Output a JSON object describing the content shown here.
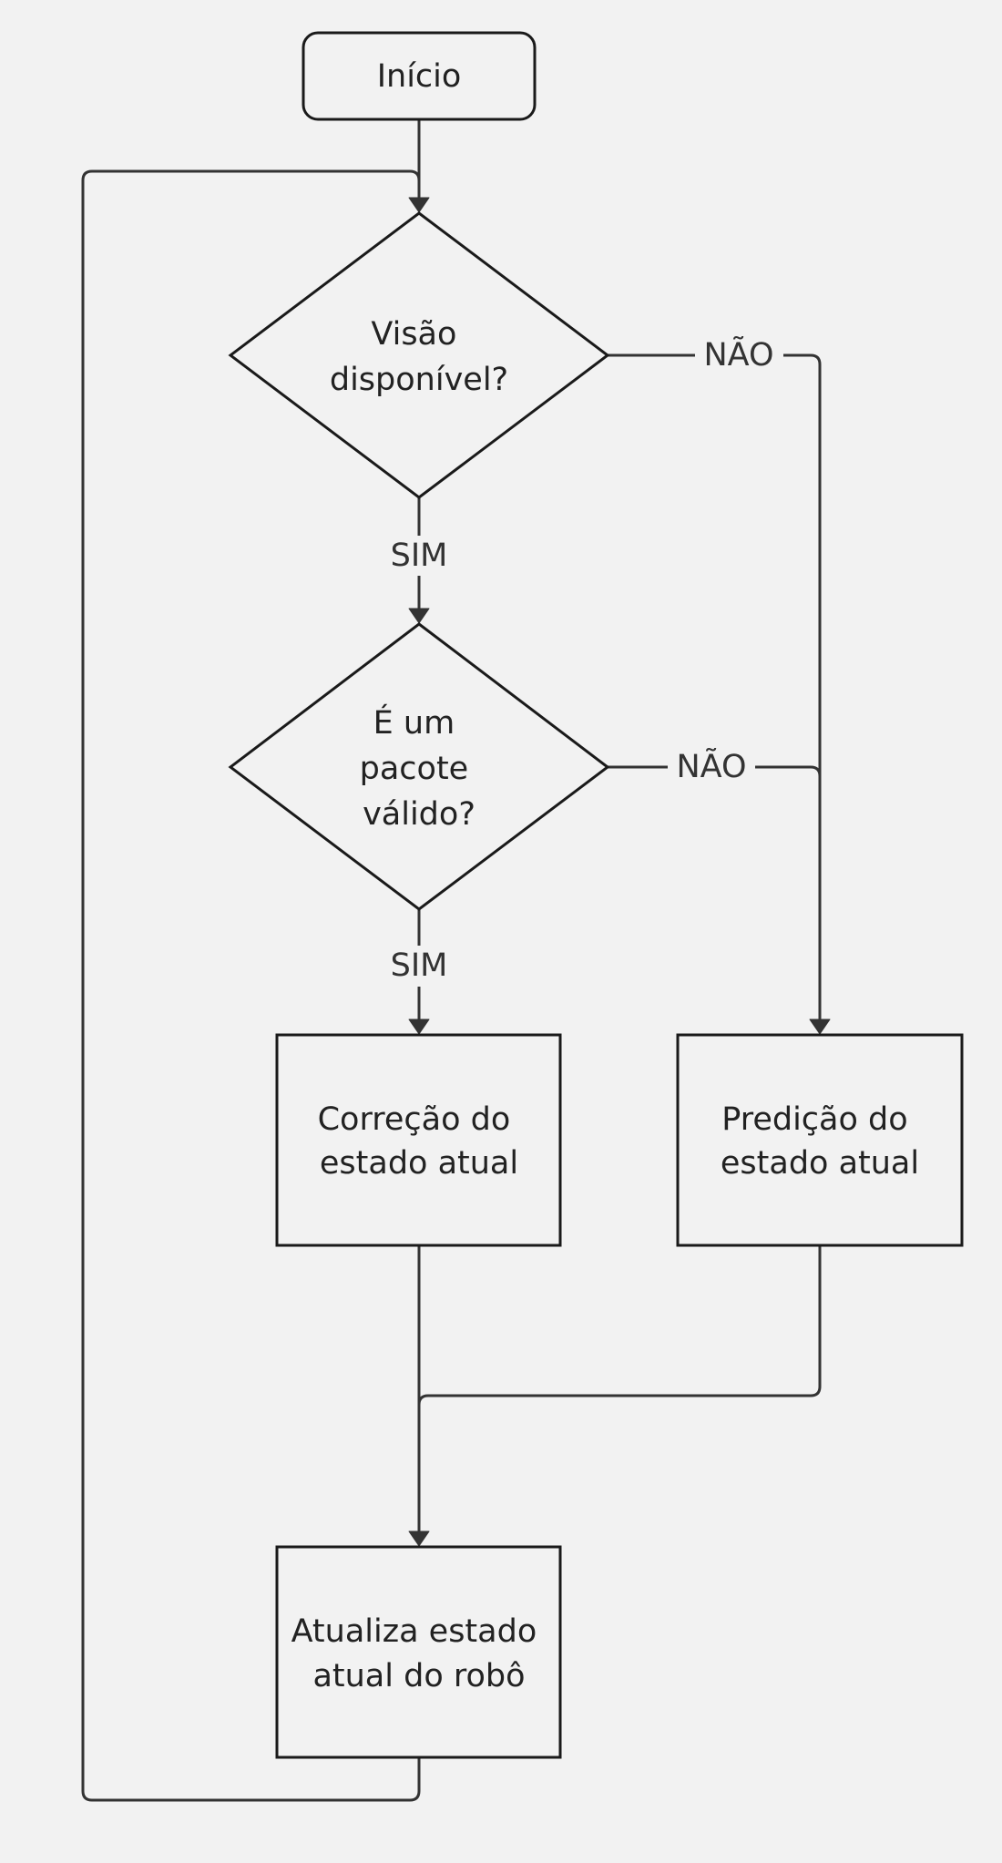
{
  "colors": {
    "background": "#f2f2f2",
    "stroke": "#1a1a1a",
    "connector": "#333333",
    "text": "#222222"
  },
  "nodes": {
    "start": {
      "label": "Início",
      "shape": "rounded-rectangle"
    },
    "vision_decision": {
      "lines": [
        "Visão",
        "disponível?"
      ],
      "shape": "diamond"
    },
    "packet_decision": {
      "lines": [
        "É um",
        "pacote",
        "válido?"
      ],
      "shape": "diamond"
    },
    "correction": {
      "lines": [
        "Correção do",
        "estado atual"
      ],
      "shape": "rectangle"
    },
    "prediction": {
      "lines": [
        "Predição do",
        "estado atual"
      ],
      "shape": "rectangle"
    },
    "update": {
      "lines": [
        "Atualiza estado",
        "atual do robô"
      ],
      "shape": "rectangle"
    }
  },
  "edges": {
    "vision_yes": {
      "label": "SIM"
    },
    "vision_no": {
      "label": "NÃO"
    },
    "packet_yes": {
      "label": "SIM"
    },
    "packet_no": {
      "label": "NÃO"
    }
  }
}
